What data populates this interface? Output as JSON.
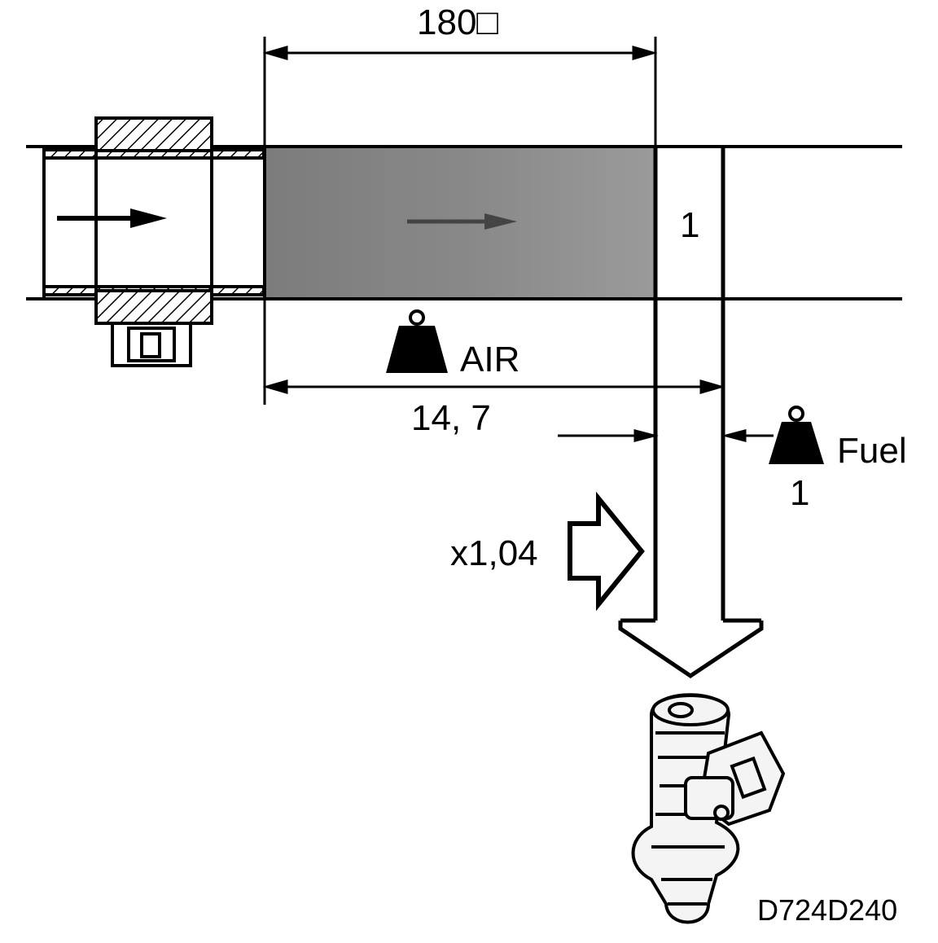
{
  "labels": {
    "top_dimension": "180□",
    "section_value": "1",
    "air": "AIR",
    "air_ratio": "14, 7",
    "fuel": "Fuel",
    "fuel_ratio": "1",
    "multiplier": "x1,04",
    "figure_code": "D724D240"
  },
  "colors": {
    "ink": "#000000",
    "paper": "#ffffff",
    "air_column": "#8a8a8a",
    "injector_fill": "#f4f4f4"
  },
  "icons": [
    "weight-icon",
    "arrow-right-icon",
    "arrow-down-icon",
    "fuel-injector-icon"
  ]
}
